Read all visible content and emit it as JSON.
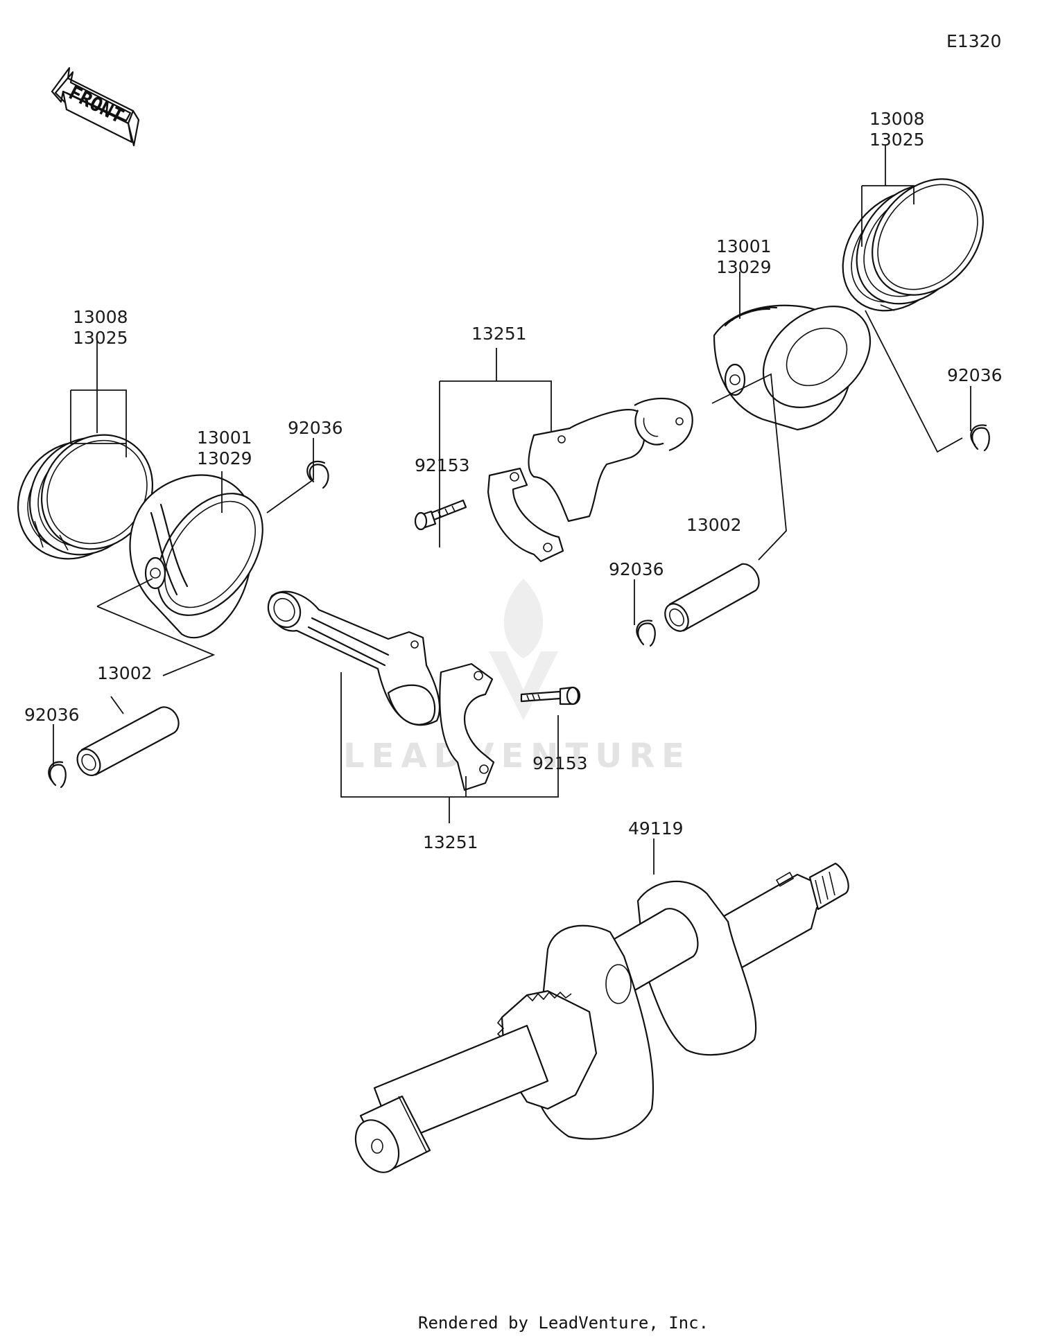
{
  "diagram_code": "E1320",
  "front_label": "FRONT",
  "watermark": "LEADVENTURE",
  "footer": "Rendered by LeadVenture, Inc.",
  "callouts": {
    "rings_left": [
      "13008",
      "13025"
    ],
    "piston_left": [
      "13001",
      "13029"
    ],
    "circlip_left_top": "92036",
    "pin_left": "13002",
    "circlip_left": "92036",
    "rod_bottom_bolt": "92153",
    "rod_bottom": "13251",
    "rod_top": "13251",
    "rod_top_bolt": "92153",
    "piston_right": [
      "13001",
      "13029"
    ],
    "rings_right": [
      "13008",
      "13025"
    ],
    "circlip_right_top": "92036",
    "pin_right": "13002",
    "circlip_right": "92036",
    "crankshaft": "49119"
  }
}
